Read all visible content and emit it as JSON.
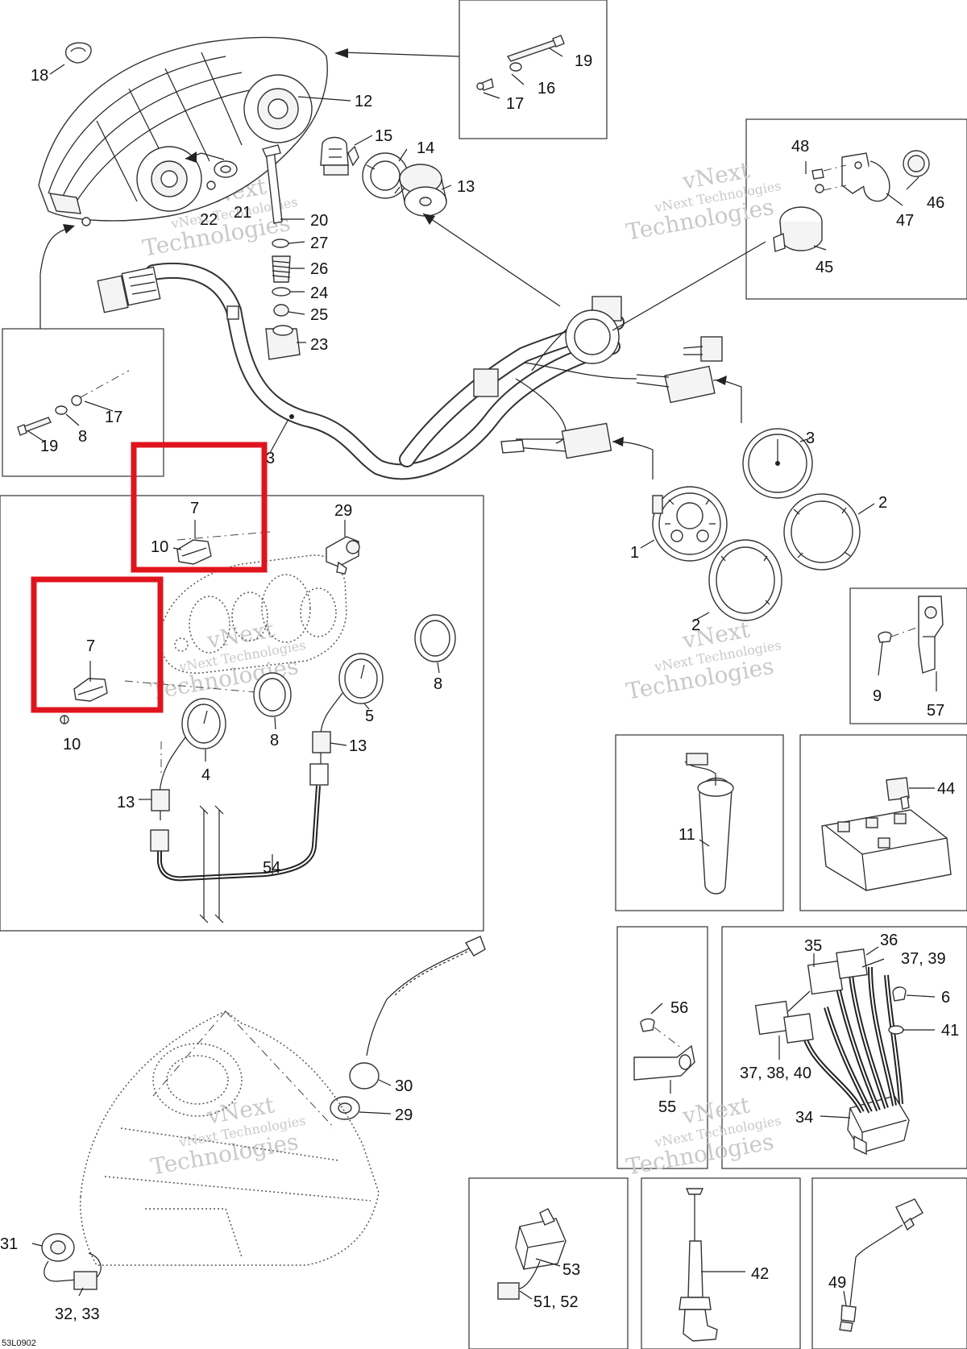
{
  "diagram_code": "53L0902",
  "watermark": {
    "line1": "vNext",
    "line2": "vNext Technologies",
    "line3": "Technologies"
  },
  "callouts": {
    "c18": "18",
    "c12": "12",
    "c19a": "19",
    "c16": "16",
    "c17a": "17",
    "c15": "15",
    "c14": "14",
    "c13a": "13",
    "c21": "21",
    "c22": "22",
    "c20": "20",
    "c27": "27",
    "c26": "26",
    "c24": "24",
    "c25": "25",
    "c23": "23",
    "c48": "48",
    "c46": "46",
    "c47": "47",
    "c45": "45",
    "c17b": "17",
    "c8a": "8",
    "c19b": "19",
    "c3a": "3",
    "c3b": "3",
    "c2a": "2",
    "c1": "1",
    "c2b": "2",
    "c7a": "7",
    "c10a": "10",
    "c29a": "29",
    "c7b": "7",
    "c10b": "10",
    "c8b": "8",
    "c8c": "8",
    "c5": "5",
    "c13b": "13",
    "c4": "4",
    "c13c": "13",
    "c54": "54",
    "c9": "9",
    "c57": "57",
    "c11": "11",
    "c44": "44",
    "c56": "56",
    "c55": "55",
    "c35": "35",
    "c36": "36",
    "c3739": "37, 39",
    "c6": "6",
    "c41": "41",
    "c373840": "37, 38, 40",
    "c34": "34",
    "c30": "30",
    "c29b": "29",
    "c31": "31",
    "c3233": "32, 33",
    "c53": "53",
    "c5152": "51, 52",
    "c42": "42",
    "c49": "49"
  }
}
